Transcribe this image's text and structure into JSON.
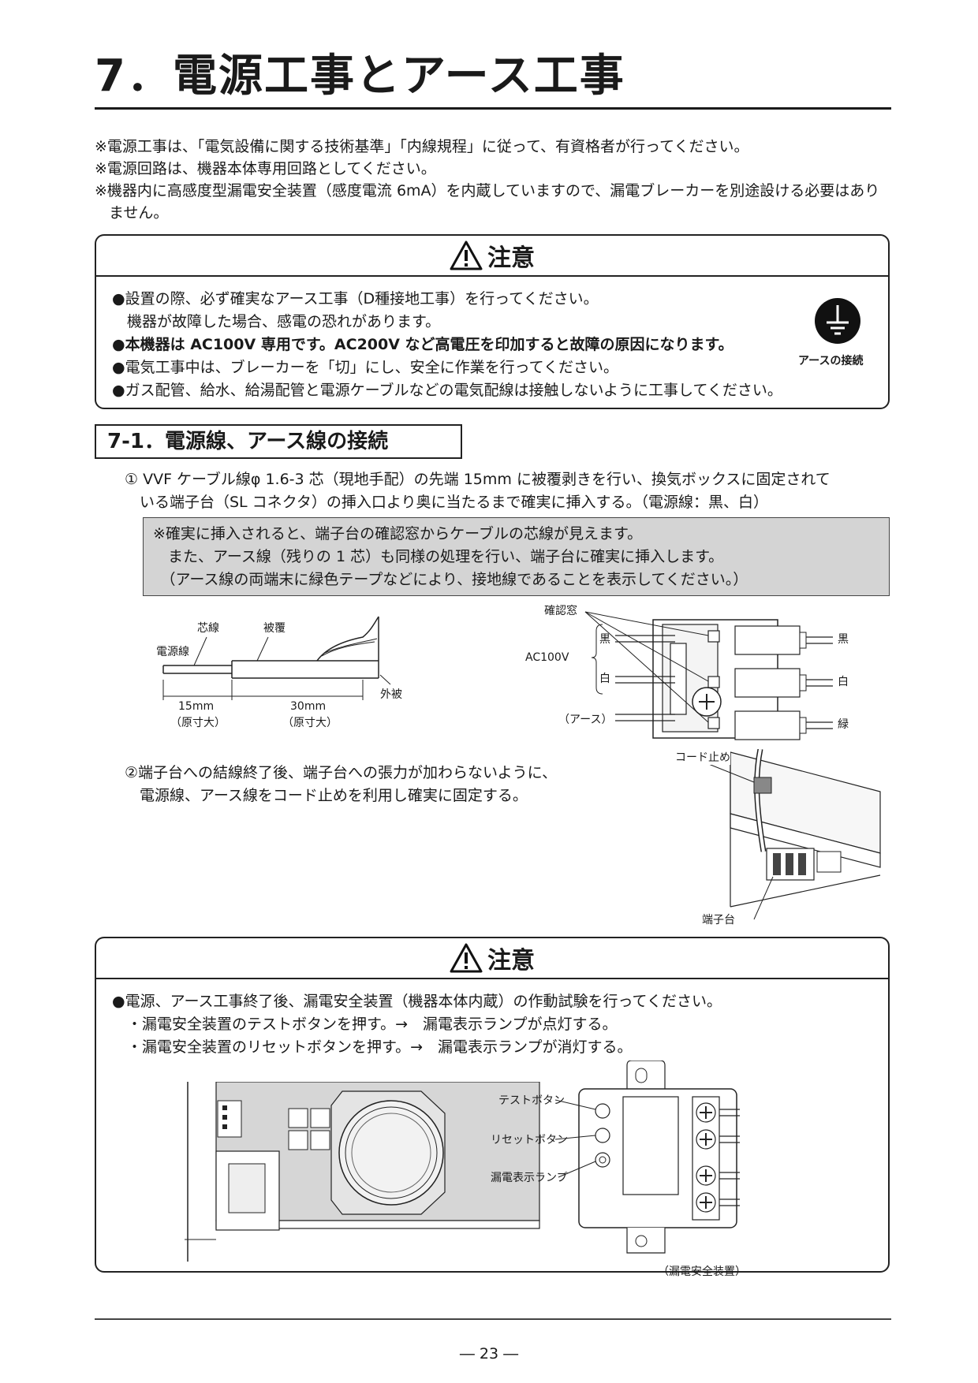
{
  "title": "7．電源工事とアース工事",
  "notes": [
    "※電源工事は、「電気設備に関する技術基準」「内線規程」に従って、有資格者が行ってください。",
    "※電源回路は、機器本体専用回路としてください。",
    "※機器内に高感度型漏電安全装置（感度電流 6mA）を内蔵していますので、漏電ブレーカーを別途設ける必要はありません。"
  ],
  "caution1": {
    "heading": "注意",
    "lines": [
      "●設置の際、必ず確実なアース工事（D種接地工事）を行ってください。",
      "　機器が故障した場合、感電の恐れがあります。",
      "●本機器は AC100V 専用です。AC200V など高電圧を印加すると故障の原因になります。",
      "●電気工事中は、ブレーカーを「切」にし、安全に作業を行ってください。",
      "●ガス配管、給水、給湯配管と電源ケーブルなどの電気配線は接触しないように工事してください。"
    ],
    "ground_label": "アースの接続"
  },
  "section": {
    "title": "7-1．電源線、アース線の接続",
    "step1": [
      "① VVF ケーブル線φ 1.6-3 芯（現地手配）の先端 15mm に被覆剥きを行い、換気ボックスに固定されて",
      "　いる端子台（SL コネクタ）の挿入口より奥に当たるまで確実に挿入する。（電源線：黒、白）"
    ],
    "note_box": [
      "※確実に挿入されると、端子台の確認窓からケーブルの芯線が見えます。",
      "　また、アース線（残りの 1 芯）も同様の処理を行い、端子台に確実に挿入します。",
      "　（アース線の両端末に緑色テープなどにより、接地線であることを表示してください。）"
    ],
    "cable_fig": {
      "core": "芯線",
      "sheath": "被覆",
      "power_line": "電源線",
      "outer": "外被",
      "dim1": "15mm",
      "dim1_note": "（原寸大）",
      "dim2": "30mm",
      "dim2_note": "（原寸大）"
    },
    "terminal_fig": {
      "window": "確認窓",
      "black_in": "黒",
      "white_in": "白",
      "ac": "AC100V",
      "earth": "（アース）",
      "black_out": "黒",
      "white_out": "白",
      "green_out": "緑"
    },
    "step2": [
      "②端子台への結線終了後、端子台への張力が加わらないように、",
      "　電源線、アース線をコード止めを利用し確実に固定する。"
    ],
    "fix_fig": {
      "cord_stop": "コード止め",
      "terminal": "端子台"
    }
  },
  "caution2": {
    "heading": "注意",
    "lines": [
      "●電源、アース工事終了後、漏電安全装置（機器本体内蔵）の作動試験を行ってください。",
      "　・漏電安全装置のテストボタンを押す。→　漏電表示ランプが点灯する。",
      "　・漏電安全装置のリセットボタンを押す。→　漏電表示ランプが消灯する。"
    ],
    "device_fig": {
      "test": "テストボタン",
      "reset": "リセットボタン",
      "lamp": "漏電表示ランプ",
      "caption": "（漏電安全装置）"
    }
  },
  "page_number": "― 23 ―"
}
